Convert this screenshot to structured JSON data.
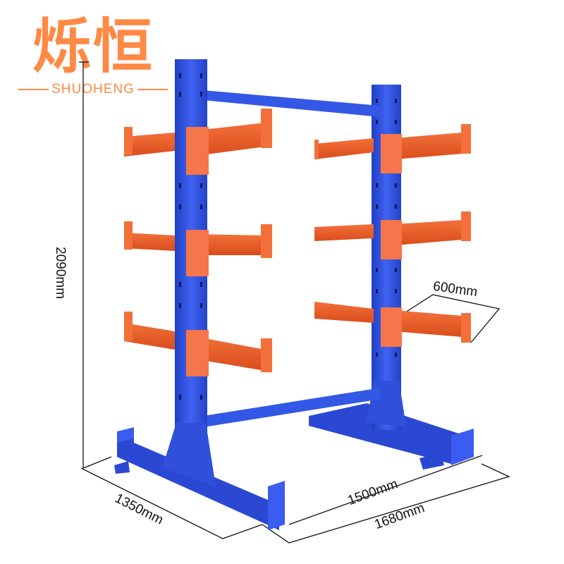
{
  "brand": {
    "name_cn": "烁恒",
    "name_en": "SHUOHENG",
    "color": "#ff8a45"
  },
  "product": {
    "type": "double-sided cantilever rack",
    "column_color": "#2e4fd8",
    "arm_color": "#f0602a"
  },
  "dimensions": {
    "height": "2090mm",
    "arm_length": "600mm",
    "base_depth": "1350mm",
    "column_spacing": "1500mm",
    "overall_length": "1680mm"
  }
}
